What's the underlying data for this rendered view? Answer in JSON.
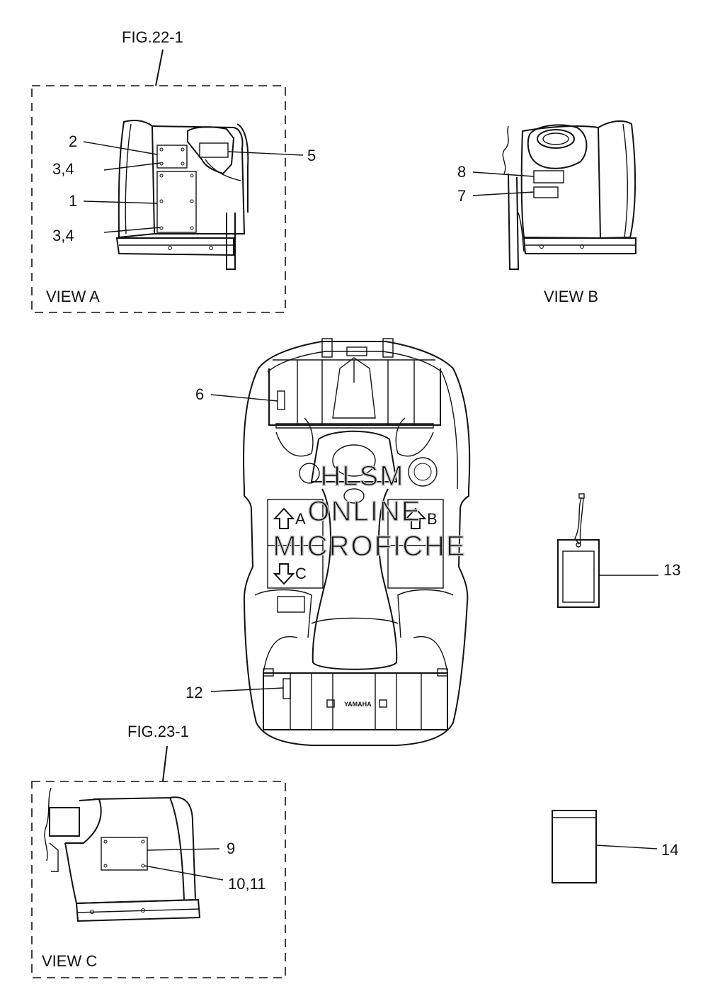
{
  "figure_refs": {
    "top": "FIG.22-1",
    "bottom": "FIG.23-1"
  },
  "views": {
    "a": "VIEW A",
    "b": "VIEW B",
    "c": "VIEW C"
  },
  "view_arrows": {
    "a": "A",
    "b": "B",
    "c": "C"
  },
  "callouts": {
    "c1": "1",
    "c2": "2",
    "c34_top": "3,4",
    "c34_bottom": "3,4",
    "c5": "5",
    "c6": "6",
    "c7": "7",
    "c8": "8",
    "c9": "9",
    "c10_11": "10,11",
    "c12": "12",
    "c13": "13",
    "c14": "14"
  },
  "watermark": {
    "line1": "HLSM",
    "line2": "ONLINE",
    "line3": "MICROFICHE"
  },
  "vehicle_mark": "YAMAHA"
}
